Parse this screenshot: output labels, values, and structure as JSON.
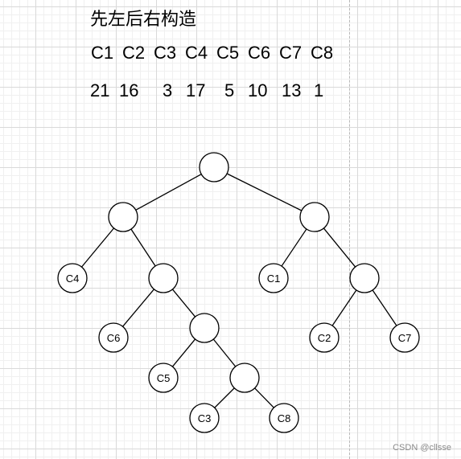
{
  "title": "先左后右构造",
  "labels": [
    "C1",
    "C2",
    "C3",
    "C4",
    "C5",
    "C6",
    "C7",
    "C8"
  ],
  "values": [
    "21",
    "16",
    "3",
    "17",
    "5",
    "10",
    "13",
    "1"
  ],
  "tree": {
    "nodes": [
      {
        "id": "root",
        "label": ""
      },
      {
        "id": "left",
        "label": ""
      },
      {
        "id": "right",
        "label": ""
      },
      {
        "id": "c4",
        "label": "C4"
      },
      {
        "id": "mid",
        "label": ""
      },
      {
        "id": "c1",
        "label": "C1"
      },
      {
        "id": "r2",
        "label": ""
      },
      {
        "id": "c6",
        "label": "C6"
      },
      {
        "id": "mid2",
        "label": ""
      },
      {
        "id": "c2",
        "label": "C2"
      },
      {
        "id": "c7",
        "label": "C7"
      },
      {
        "id": "c5",
        "label": "C5"
      },
      {
        "id": "mid3",
        "label": ""
      },
      {
        "id": "c3",
        "label": "C3"
      },
      {
        "id": "c8",
        "label": "C8"
      }
    ],
    "edges": [
      [
        "root",
        "left"
      ],
      [
        "root",
        "right"
      ],
      [
        "left",
        "c4"
      ],
      [
        "left",
        "mid"
      ],
      [
        "right",
        "c1"
      ],
      [
        "right",
        "r2"
      ],
      [
        "mid",
        "c6"
      ],
      [
        "mid",
        "mid2"
      ],
      [
        "r2",
        "c2"
      ],
      [
        "r2",
        "c7"
      ],
      [
        "mid2",
        "c5"
      ],
      [
        "mid2",
        "mid3"
      ],
      [
        "mid3",
        "c3"
      ],
      [
        "mid3",
        "c8"
      ]
    ]
  },
  "watermark": "CSDN @cllsse"
}
